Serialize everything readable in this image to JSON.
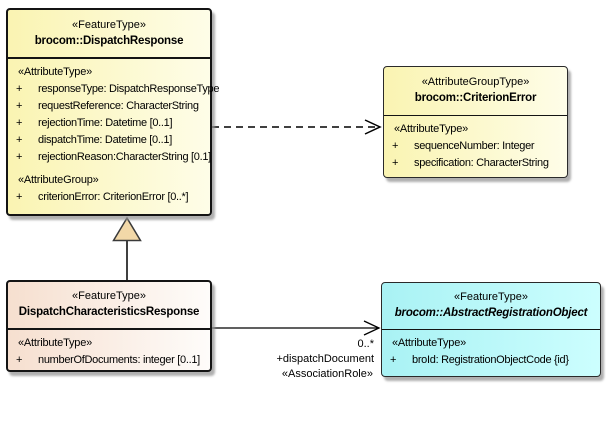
{
  "classes": {
    "dispatchResponse": {
      "stereotype": "«FeatureType»",
      "name": "brocom::DispatchResponse",
      "sections": [
        {
          "header": "«AttributeType»",
          "attributes": [
            {
              "vis": "+",
              "text": "responseType: DispatchResponseType"
            },
            {
              "vis": "+",
              "text": "requestReference: CharacterString"
            },
            {
              "vis": "+",
              "text": "rejectionTime: Datetime [0..1]"
            },
            {
              "vis": "+",
              "text": "dispatchTime: Datetime [0..1]"
            },
            {
              "vis": "+",
              "text": "rejectionReason:CharacterString [0.1]"
            }
          ]
        },
        {
          "header": "«AttributeGroup»",
          "attributes": [
            {
              "vis": "+",
              "text": "criterionError: CriterionError [0..*]"
            }
          ]
        }
      ]
    },
    "criterionError": {
      "stereotype": "«AttributeGroupType»",
      "name": "brocom::CriterionError",
      "sections": [
        {
          "header": "«AttributeType»",
          "attributes": [
            {
              "vis": "+",
              "text": "sequenceNumber: Integer"
            },
            {
              "vis": "+",
              "text": "specification: CharacterString"
            }
          ]
        }
      ]
    },
    "dispatchCharacteristicsResponse": {
      "stereotype": "«FeatureType»",
      "name": "DispatchCharacteristicsResponse",
      "sections": [
        {
          "header": "«AttributeType»",
          "attributes": [
            {
              "vis": "+",
              "text": "numberOfDocuments: integer [0..1]"
            }
          ]
        }
      ]
    },
    "abstractRegistrationObject": {
      "stereotype": "«FeatureType»",
      "name": "brocom::AbstractRegistrationObject",
      "sections": [
        {
          "header": "«AttributeType»",
          "attributes": [
            {
              "vis": "+",
              "text": "broId: RegistrationObjectCode {id}"
            }
          ]
        }
      ]
    }
  },
  "relations": {
    "dependency": {
      "type": "dashed-open-arrow",
      "from": "dispatchResponse",
      "to": "criterionError"
    },
    "generalization": {
      "type": "hollow-triangle",
      "from": "dispatchCharacteristicsResponse",
      "to": "dispatchResponse"
    },
    "association": {
      "type": "solid-open-arrow",
      "from": "dispatchCharacteristicsResponse",
      "to": "abstractRegistrationObject",
      "multiplicity": "0..*",
      "role": "+dispatchDocument",
      "stereotype": "«AssociationRole»"
    }
  },
  "colors": {
    "yellow_left": "#faf4b2",
    "yellow_right": "#fefde8",
    "peach_left": "#f6dfcf",
    "peach_right": "#fefcfa",
    "cyan_left": "#a9f2f4",
    "cyan_right": "#ccfefe",
    "triangle_fill": "#f2d8a8",
    "shadow": "#9a9a9a",
    "line": "#000000"
  }
}
